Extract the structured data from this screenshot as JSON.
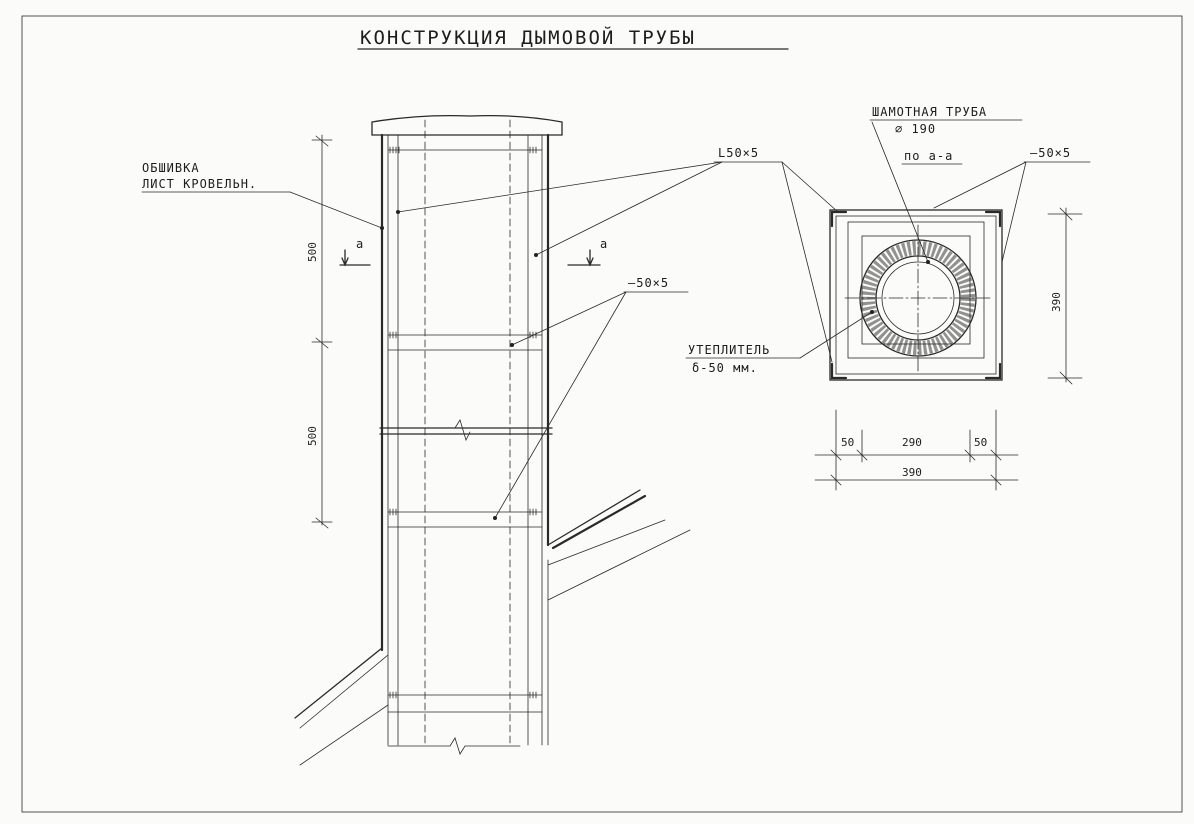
{
  "title": "КОНСТРУКЦИЯ ДЫМОВОЙ ТРУБЫ",
  "labels": {
    "cladding_line1": "ОБШИВКА",
    "cladding_line2": "ЛИСТ КРОВЕЛЬН.",
    "angle": "L50×5",
    "strip_left": "—50×5",
    "strip_right": "—50×5",
    "fireclay_line1": "ШАМОТНАЯ ТРУБА",
    "fireclay_line2": "⌀ 190",
    "section": "по а-а",
    "insulation_line1": "УТЕПЛИТЕЛЬ",
    "insulation_line2": "δ-50 мм.",
    "section_mark": "а"
  },
  "dimensions": {
    "elev_upper": "500",
    "elev_lower": "500",
    "plan_height": "390",
    "plan_side_left": "50",
    "plan_inner": "290",
    "plan_side_right": "50",
    "plan_total": "390"
  }
}
